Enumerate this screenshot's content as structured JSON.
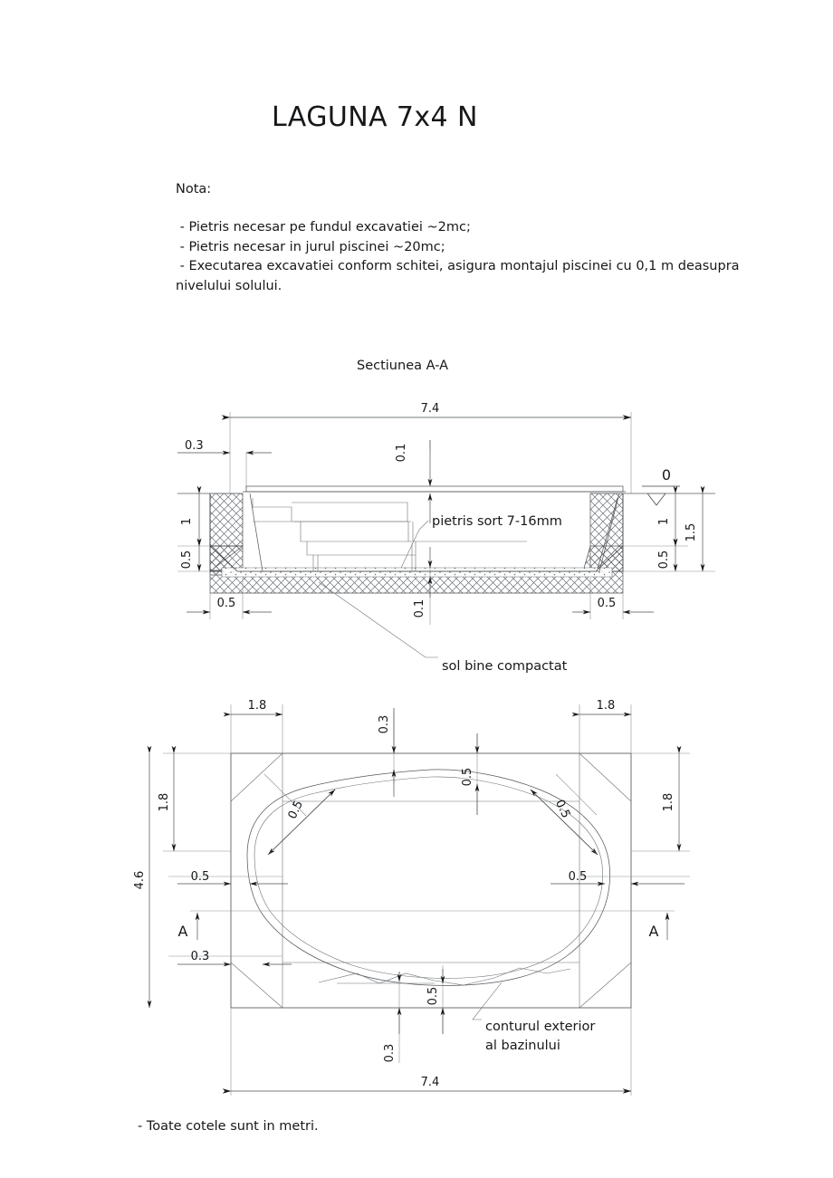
{
  "document": {
    "title": "LAGUNA 7x4 N",
    "units_note": "- Toate cotele sunt in metri."
  },
  "notes": {
    "heading": "Nota:",
    "lines": [
      " - Pietris necesar pe fundul excavatiei ~2mc;",
      " - Pietris necesar in jurul piscinei ~20mc;",
      " - Executarea excavatiei conform schitei, asigura montajul piscinei cu 0,1 m deasupra nivelului solului."
    ]
  },
  "section_view": {
    "caption": "Sectiunea A-A",
    "labels": {
      "gravel": "pietris sort 7-16mm",
      "soil": "sol bine compactat",
      "ground_level_mark": "0"
    },
    "dimensions": {
      "overall_width": "7.4",
      "left_offset": "0.3",
      "rim_height": "0.1",
      "gravel_bed": "0.1",
      "wall_upper_left": "1",
      "wall_lower_left": "0.5",
      "wall_upper_right": "1",
      "wall_lower_right": "0.5",
      "total_depth": "1.5",
      "base_left": "0.5",
      "base_right": "0.5"
    }
  },
  "plan_view": {
    "labels": {
      "outline": "conturul exterior\nal bazinului",
      "section_mark_left": "A",
      "section_mark_right": "A"
    },
    "dimensions": {
      "corner_top_left": "1.8",
      "corner_top_right": "1.8",
      "side_left": "1.8",
      "side_right": "1.8",
      "overall_height": "4.6",
      "overall_width": "7.4",
      "top_center_offset": "0.3",
      "top_shoulder_offset": "0.5",
      "left_clear": "0.5",
      "right_clear": "0.5",
      "bottom_left_offset": "0.3",
      "bottom_center_offset": "0.3",
      "bottom_shoulder_offset": "0.5",
      "diag_left": "0.5",
      "diag_right": "0.5"
    }
  },
  "colors": {
    "ink": "#16181a",
    "line": "#3c4043",
    "thin_line": "#6b7075",
    "paper": "#ffffff"
  }
}
